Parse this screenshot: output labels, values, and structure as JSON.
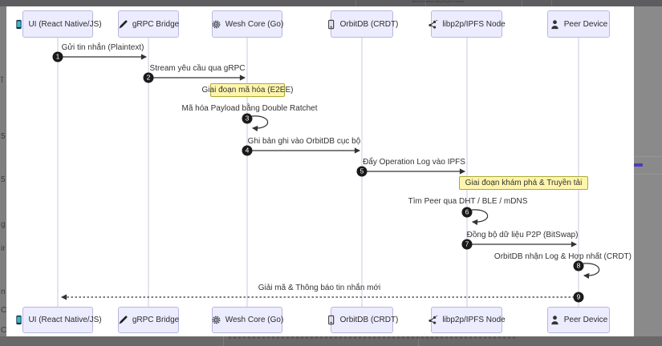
{
  "diagram": {
    "type": "sequence-diagram",
    "actors": [
      {
        "label": "UI (React Native/JS)",
        "icon": "phone-icon"
      },
      {
        "label": "gRPC Bridge",
        "icon": "pen-icon"
      },
      {
        "label": "Wesh Core (Go)",
        "icon": "gear-icon"
      },
      {
        "label": "OrbitDB (CRDT)",
        "icon": "device-icon"
      },
      {
        "label": "libp2p/IPFS Node",
        "icon": "network-icon"
      },
      {
        "label": "Peer Device",
        "icon": "person-icon"
      }
    ],
    "messages": [
      {
        "num": "1",
        "text": "Gửi tin nhắn (Plaintext)",
        "from": "UI (React Native/JS)",
        "to": "gRPC Bridge",
        "line": "solid"
      },
      {
        "num": "2",
        "text": "Stream yêu cầu qua gRPC",
        "from": "gRPC Bridge",
        "to": "Wesh Core (Go)",
        "line": "solid"
      },
      {
        "num": "3",
        "text": "Mã hóa Payload bằng Double Ratchet",
        "from": "Wesh Core (Go)",
        "to": "Wesh Core (Go)",
        "line": "self"
      },
      {
        "num": "4",
        "text": "Ghi bản ghi vào OrbitDB cục bộ",
        "from": "Wesh Core (Go)",
        "to": "OrbitDB (CRDT)",
        "line": "solid"
      },
      {
        "num": "5",
        "text": "Đẩy Operation Log vào IPFS",
        "from": "OrbitDB (CRDT)",
        "to": "libp2p/IPFS Node",
        "line": "solid"
      },
      {
        "num": "6",
        "text": "Tìm Peer qua DHT / BLE / mDNS",
        "from": "libp2p/IPFS Node",
        "to": "libp2p/IPFS Node",
        "line": "self"
      },
      {
        "num": "7",
        "text": "Đồng bộ dữ liệu P2P (BitSwap)",
        "from": "libp2p/IPFS Node",
        "to": "Peer Device",
        "line": "solid"
      },
      {
        "num": "8",
        "text": "OrbitDB nhận Log & Hợp nhất (CRDT)",
        "from": "Peer Device",
        "to": "Peer Device",
        "line": "self"
      },
      {
        "num": "9",
        "text": "Giải mã & Thông báo tin nhắn mới",
        "from": "Peer Device",
        "to": "UI (React Native/JS)",
        "line": "dotted"
      }
    ],
    "notes": [
      {
        "text": "Giai đoạn mã hóa (E2EE)"
      },
      {
        "text": "Giai đoạn khám phá & Truyền tải"
      }
    ]
  },
  "frame": {
    "top_bar_text": "Mã hóa Payload bằng Double Ratchet",
    "left_fragments": [
      "ĩ",
      "5",
      "5",
      "g",
      "ir",
      "n",
      "C",
      "C"
    ]
  },
  "colors": {
    "actor_fill": "#ECECFF",
    "actor_border": "#BAB7E0",
    "note_fill": "#FFF5AD",
    "note_border": "#AAAA33",
    "arrow": "#333333",
    "lifeline": "#CCC9E0",
    "badge_fill": "#1A1A1A",
    "surround_gray": "#8A8A8A",
    "accent_dash": "#4C3CB8"
  }
}
